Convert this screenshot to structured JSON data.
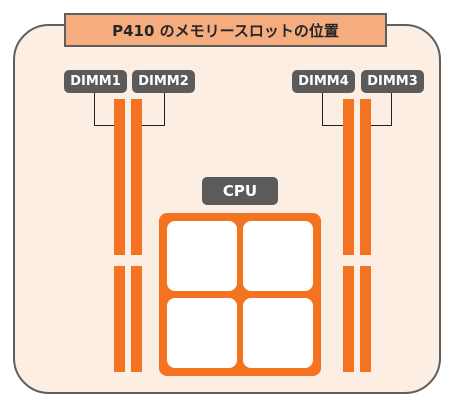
{
  "title": "P410 のメモリースロットの位置",
  "labels": {
    "dimm1": "DIMM1",
    "dimm2": "DIMM2",
    "dimm3": "DIMM3",
    "dimm4": "DIMM4",
    "cpu": "CPU"
  },
  "colors": {
    "board_fill": "#fdeee4",
    "title_fill": "#f5ad7f",
    "slot_orange": "#f47321",
    "label_gray": "#5b5b5b",
    "outline": "#5f5f5f"
  }
}
